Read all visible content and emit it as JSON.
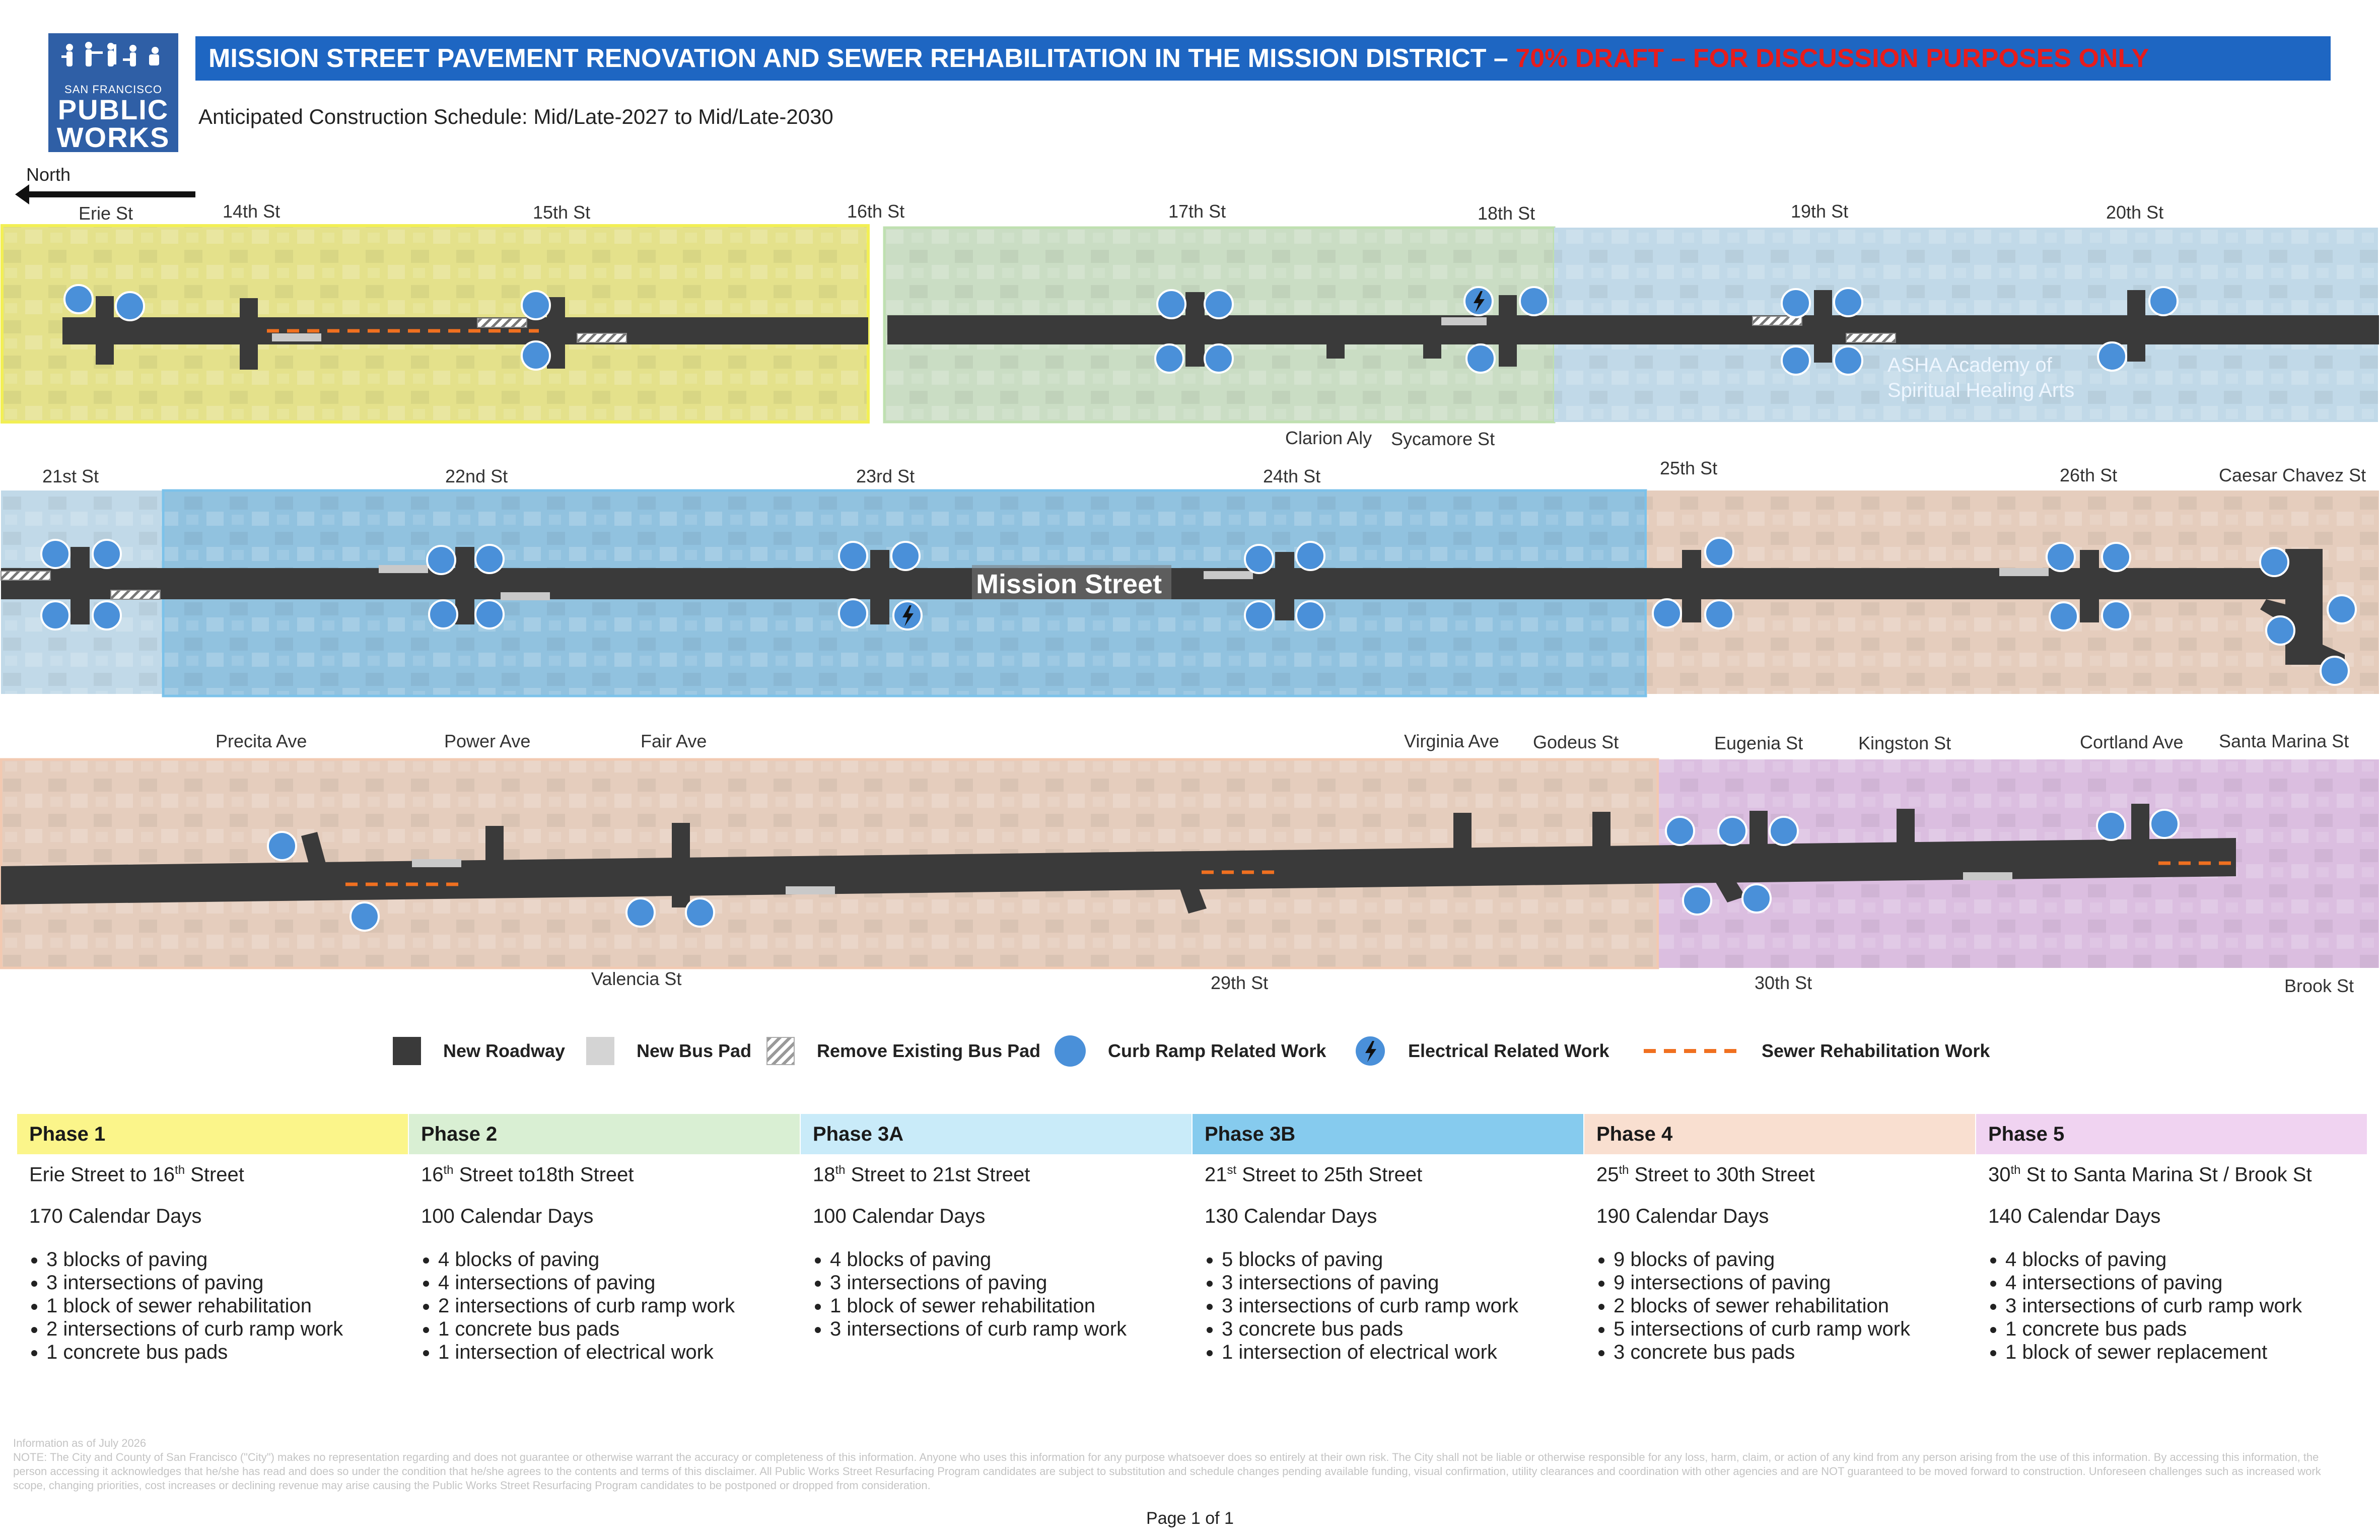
{
  "logo": {
    "line1": "SAN FRANCISCO",
    "line2": "PUBLIC",
    "line3": "WORKS"
  },
  "banner": {
    "title": "MISSION STREET PAVEMENT RENOVATION AND SEWER REHABILITATION IN THE MISSION DISTRICT – ",
    "draft": "70% DRAFT – FOR DISCUSSION PURPOSES ONLY"
  },
  "subtitle": "Anticipated Construction Schedule: Mid/Late-2027 to Mid/Late-2030",
  "north_label": "North",
  "map": {
    "mission_label": "Mission Street",
    "colors": {
      "phase1": "#f3f08c",
      "phase2": "#cde9c3",
      "phase3a": "#bfe0f5",
      "phase3b": "#8fcbed",
      "phase4": "#f3d7c5",
      "phase5": "#e7c8ec",
      "roadway": "#3a3a3a",
      "bus_pad": "#c9c9c9",
      "curb_ramp": "#4a90d9",
      "sewer": "#f07020"
    },
    "row1_streets": [
      "Erie St",
      "14th St",
      "15th St",
      "16th St",
      "17th St",
      "18th St",
      "19th St",
      "20th St"
    ],
    "row1_bottom": [
      "Clarion Aly",
      "Sycamore St"
    ],
    "row1_building": [
      "ASHA Academy of",
      "Spiritual Healing Arts"
    ],
    "row2_streets": [
      "21st St",
      "22nd St",
      "23rd St",
      "24th St",
      "25th St",
      "26th St",
      "Caesar Chavez St"
    ],
    "row3_streets": [
      "Precita Ave",
      "Power Ave",
      "Fair Ave",
      "Virginia Ave",
      "Godeus St",
      "Eugenia St",
      "Kingston St",
      "Cortland Ave",
      "Santa Marina St"
    ],
    "row3_bottom": [
      "Valencia St",
      "29th St",
      "30th St",
      "Brook St"
    ]
  },
  "legend": [
    {
      "icon": "roadway-swatch-icon",
      "label": "New Roadway"
    },
    {
      "icon": "bus-pad-swatch-icon",
      "label": "New Bus Pad"
    },
    {
      "icon": "remove-bus-pad-swatch-icon",
      "label": "Remove Existing Bus Pad"
    },
    {
      "icon": "curb-ramp-dot-icon",
      "label": "Curb Ramp Related Work"
    },
    {
      "icon": "electrical-bolt-icon",
      "label": "Electrical Related Work"
    },
    {
      "icon": "sewer-dash-icon",
      "label": "Sewer Rehabilitation Work"
    }
  ],
  "phases": [
    {
      "name": "Phase 1",
      "color": "#fbf58a",
      "range_a": "Erie Street to 16",
      "range_sup": "th",
      "range_b": "  Street",
      "days": "170 Calendar Days",
      "items": [
        "3 blocks of paving",
        "3 intersections of paving",
        "1 block of sewer rehabilitation",
        "2 intersections of curb ramp work",
        "1 concrete bus pads"
      ]
    },
    {
      "name": "Phase 2",
      "color": "#d9efd3",
      "range_a": "16",
      "range_sup": "th",
      "range_b": " Street to18th Street",
      "days": "100 Calendar Days",
      "items": [
        "4 blocks of paving",
        "4 intersections of paving",
        "2 intersections of curb ramp work",
        "1 concrete bus pads",
        "1 intersection of electrical work"
      ]
    },
    {
      "name": "Phase 3A",
      "color": "#c9ebf9",
      "range_a": "18",
      "range_sup": "th",
      "range_b": " Street to 21st Street",
      "days": "100 Calendar Days",
      "items": [
        "4 blocks of paving",
        "3 intersections of paving",
        "1 block of sewer rehabilitation",
        "3 intersections of curb ramp work"
      ]
    },
    {
      "name": "Phase 3B",
      "color": "#86cbee",
      "range_a": "21",
      "range_sup": "st",
      "range_b": " Street to 25th Street",
      "days": "130 Calendar Days",
      "items": [
        "5 blocks of paving",
        "3 intersections of paving",
        "3 intersections of curb ramp work",
        "3 concrete bus pads",
        "1 intersection of electrical work"
      ]
    },
    {
      "name": "Phase 4",
      "color": "#f9dfd0",
      "range_a": "25",
      "range_sup": "th",
      "range_b": " Street to 30th Street",
      "days": "190 Calendar Days",
      "items": [
        "9 blocks of paving",
        "9 intersections of paving",
        "2 blocks of sewer rehabilitation",
        "5 intersections of curb ramp work",
        "3 concrete bus pads"
      ]
    },
    {
      "name": "Phase 5",
      "color": "#f0d3f1",
      "range_a": "30",
      "range_sup": "th",
      "range_b": " St to Santa Marina St / Brook St",
      "days": "140 Calendar Days",
      "items": [
        "4 blocks of paving",
        "4 intersections of paving",
        "3 intersections of curb ramp work",
        "1 concrete bus pads",
        "1 block of sewer replacement"
      ]
    }
  ],
  "info_date": "Information as of July 2026",
  "disclaimer": "NOTE: The City and County of San Francisco (\"City\") makes no representation regarding and does not guarantee or otherwise warrant the accuracy or completeness of this information. Anyone who uses this information for any purpose whatsoever does so entirely at their own risk. The City shall not be liable or otherwise responsible for any loss, harm, claim, or action of any kind from any person arising from the use of this information. By accessing this information, the person accessing it acknowledges that he/she has read and does so under the condition that he/she agrees to the contents and terms of this disclaimer. All Public Works Street Resurfacing Program candidates are subject to substitution and schedule changes pending available funding, visual confirmation, utility clearances and coordination with other agencies and are NOT guaranteed to be moved forward to construction. Unforeseen challenges such as increased work scope, changing priorities, cost increases or declining revenue may arise causing the Public Works Street Resurfacing Program candidates to be postponed or dropped from consideration.",
  "page": "Page 1 of 1"
}
